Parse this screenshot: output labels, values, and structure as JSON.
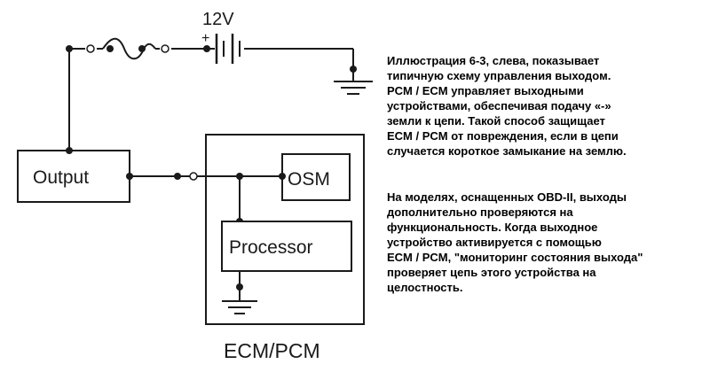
{
  "diagram": {
    "voltage_label": "12V",
    "plus_sign": "+",
    "output_label": "Output",
    "osm_label": "OSM",
    "processor_label": "Processor",
    "module_label": "ECM/PCM"
  },
  "description": {
    "paragraph1": "Иллюстрация 6-3, слева, показывает\nтипичную схему управления выходом.\nPCM / ECM управляет выходными\nустройствами, обеспечивая подачу «-»\nземли к цепи. Такой способ защищает\nECM / PCM от повреждения, если в цепи\nслучается короткое замыкание на землю.",
    "paragraph2": "На моделях, оснащенных OBD-II, выходы\nдополнительно проверяются на\nфункциональность. Когда выходное\nустройство активируется с помощью\nECM / PCM, \"мониторинг состояния выхода\"\nпроверяет цепь этого устройства на\nцелостность."
  }
}
